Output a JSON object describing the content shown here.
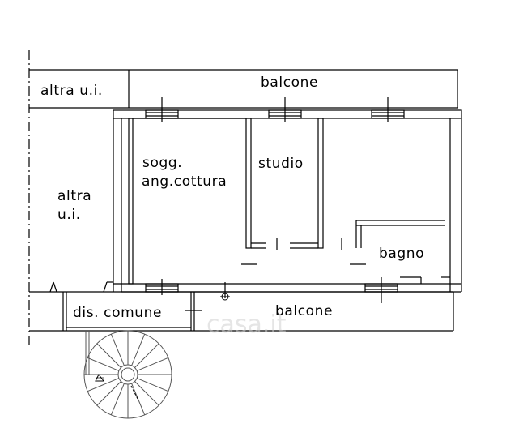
{
  "rooms": {
    "altra_ui_top": "altra u.i.",
    "balcone_top": "balcone",
    "soggiorno_line1": "sogg.",
    "soggiorno_line2": "ang.cottura",
    "studio": "studio",
    "altra_ui_left_line1": "altra",
    "altra_ui_left_line2": "u.i.",
    "bagno": "bagno",
    "dis_comune": "dis. comune",
    "balcone_bottom": "balcone"
  },
  "watermark": "casa.it",
  "colors": {
    "lines": "#000000",
    "background": "#ffffff",
    "watermark": "#d0d0d0"
  }
}
